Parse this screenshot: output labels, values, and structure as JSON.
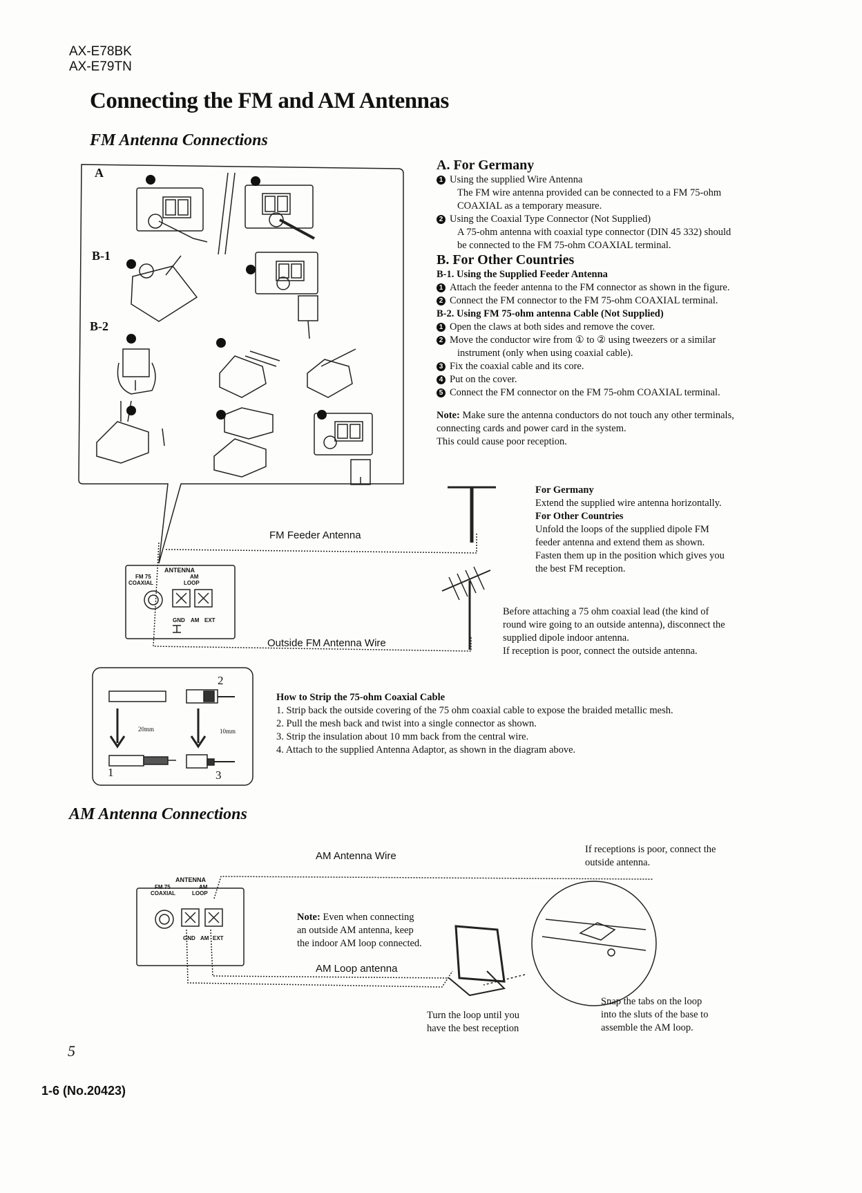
{
  "header": {
    "model1": "AX-E78BK",
    "model2": "AX-E79TN"
  },
  "title": "Connecting the FM and AM Antennas",
  "fm_heading": "FM Antenna Connections",
  "am_heading": "AM Antenna Connections",
  "figure_labels": {
    "a": "A",
    "b1": "B-1",
    "b2": "B-2",
    "step_2": "2",
    "step_1": "1",
    "step_3": "3",
    "mm20": "20mm",
    "mm10": "10mm",
    "fm_feeder": "FM Feeder Antenna",
    "outside_fm": "Outside FM Antenna Wire",
    "am_wire": "AM Antenna Wire",
    "am_loop": "AM Loop antenna",
    "panel_antenna": "ANTENNA",
    "panel_fm75": "FM 75",
    "panel_coaxial": "COAXIAL",
    "panel_am": "AM",
    "panel_loop": "LOOP",
    "panel_gnd": "GND",
    "panel_am2": "AM",
    "panel_ext": "EXT"
  },
  "section_a": {
    "heading": "A.  For Germany",
    "item1_title": "Using the supplied Wire Antenna",
    "item1_l1": "The FM wire antenna provided can be connected to a FM 75-ohm",
    "item1_l2": "COAXIAL as a temporary measure.",
    "item2_title": "Using the Coaxial Type Connector (Not Supplied)",
    "item2_l1": "A 75-ohm antenna with coaxial type connector (DIN 45 332) should",
    "item2_l2": "be connected to the FM 75-ohm COAXIAL terminal."
  },
  "section_b": {
    "heading": "B.  For Other Countries",
    "b1_heading": "B-1.  Using the Supplied Feeder Antenna",
    "b1_1": "Attach the feeder antenna to the FM connector as shown in the figure.",
    "b1_2": "Connect the FM connector to the FM 75-ohm COAXIAL terminal.",
    "b2_heading": "B-2.  Using FM 75-ohm antenna Cable (Not Supplied)",
    "b2_1": "Open the claws at both sides and remove the cover.",
    "b2_2a": "Move the conductor wire from ① to ② using tweezers or a similar",
    "b2_2b": "instrument (only when using coaxial cable).",
    "b2_3": "Fix the coaxial cable and its core.",
    "b2_4": "Put on the cover.",
    "b2_5": "Connect the FM connector on the FM 75-ohm COAXIAL terminal."
  },
  "note": {
    "label": "Note:",
    "l1": "Make sure the antenna conductors do not touch any other terminals,",
    "l2": "connecting cards and power card in the system.",
    "l3": "This could cause poor reception."
  },
  "right_info": {
    "germany": "For Germany",
    "germany_text": "Extend the supplied wire antenna horizontally.",
    "other": "For Other Countries",
    "other_l1": "Unfold the loops of the supplied dipole FM",
    "other_l2": "feeder antenna and extend them as shown.",
    "other_l3": "Fasten them up in the position which gives you",
    "other_l4": "the best FM reception.",
    "before_l1": "Before attaching a 75 ohm coaxial lead (the kind of",
    "before_l2": "round wire going to an outside antenna), disconnect the",
    "before_l3": "supplied dipole indoor antenna.",
    "before_l4": "If reception is poor, connect the outside antenna."
  },
  "strip": {
    "heading": "How to Strip the 75-ohm Coaxial Cable",
    "s1": "1.  Strip back the outside covering of the 75 ohm coaxial cable to expose the braided metallic mesh.",
    "s2": "2.  Pull the mesh back and twist into a single connector as shown.",
    "s3": "3.  Strip the insulation about 10 mm back from the central wire.",
    "s4": "4.  Attach to the supplied Antenna Adaptor, as shown in the diagram above."
  },
  "am": {
    "poor_l1": "If receptions is poor, connect the",
    "poor_l2": "outside antenna.",
    "note_label": "Note:",
    "note_l1": "Even when connecting",
    "note_l2": "an outside AM antenna, keep",
    "note_l3": "the indoor AM loop connected.",
    "turn_l1": "Turn the loop until you",
    "turn_l2": "have the best reception",
    "snap_l1": "Snap the tabs on the loop",
    "snap_l2": "into the sluts of the base to",
    "snap_l3": "assemble the AM loop."
  },
  "footer": {
    "page": "5",
    "code": "1-6 (No.20423)"
  }
}
